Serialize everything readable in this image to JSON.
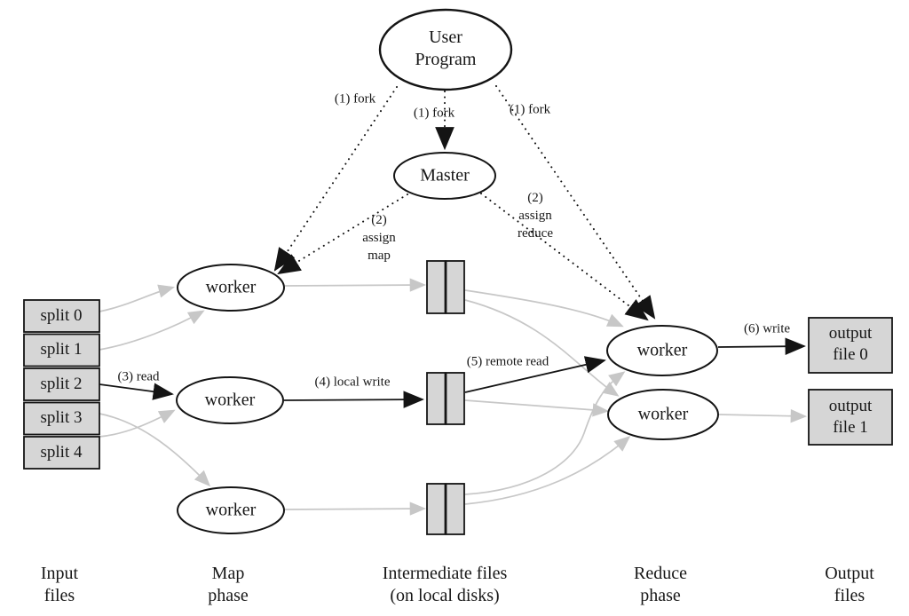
{
  "title": "MapReduce execution overview diagram",
  "colors": {
    "edge_gray": "#c7c7c7",
    "edge_black": "#141414",
    "box_fill": "#d6d6d6",
    "node_fill": "#ffffff"
  },
  "nodes": {
    "user_program": {
      "lines": [
        "User",
        "Program"
      ]
    },
    "master": {
      "label": "Master"
    },
    "map_workers": [
      {
        "label": "worker"
      },
      {
        "label": "worker"
      },
      {
        "label": "worker"
      }
    ],
    "reduce_workers": [
      {
        "label": "worker"
      },
      {
        "label": "worker"
      }
    ],
    "splits": [
      {
        "label": "split 0"
      },
      {
        "label": "split 1"
      },
      {
        "label": "split 2"
      },
      {
        "label": "split 3"
      },
      {
        "label": "split 4"
      }
    ],
    "output_files": [
      {
        "lines": [
          "output",
          "file 0"
        ]
      },
      {
        "lines": [
          "output",
          "file 1"
        ]
      }
    ]
  },
  "edge_labels": {
    "fork_left": "(1) fork",
    "fork_center": "(1) fork",
    "fork_right": "(1) fork",
    "assign_map_lines": [
      "(2)",
      "assign",
      "map"
    ],
    "assign_reduce_lines": [
      "(2)",
      "assign",
      "reduce"
    ],
    "read": "(3) read",
    "local_write": "(4) local write",
    "remote_read": "(5) remote read",
    "write": "(6) write"
  },
  "phase_labels": {
    "input": [
      "Input",
      "files"
    ],
    "map": [
      "Map",
      "phase"
    ],
    "intermediate": [
      "Intermediate files",
      "(on local disks)"
    ],
    "reduce": [
      "Reduce",
      "phase"
    ],
    "output": [
      "Output",
      "files"
    ]
  }
}
